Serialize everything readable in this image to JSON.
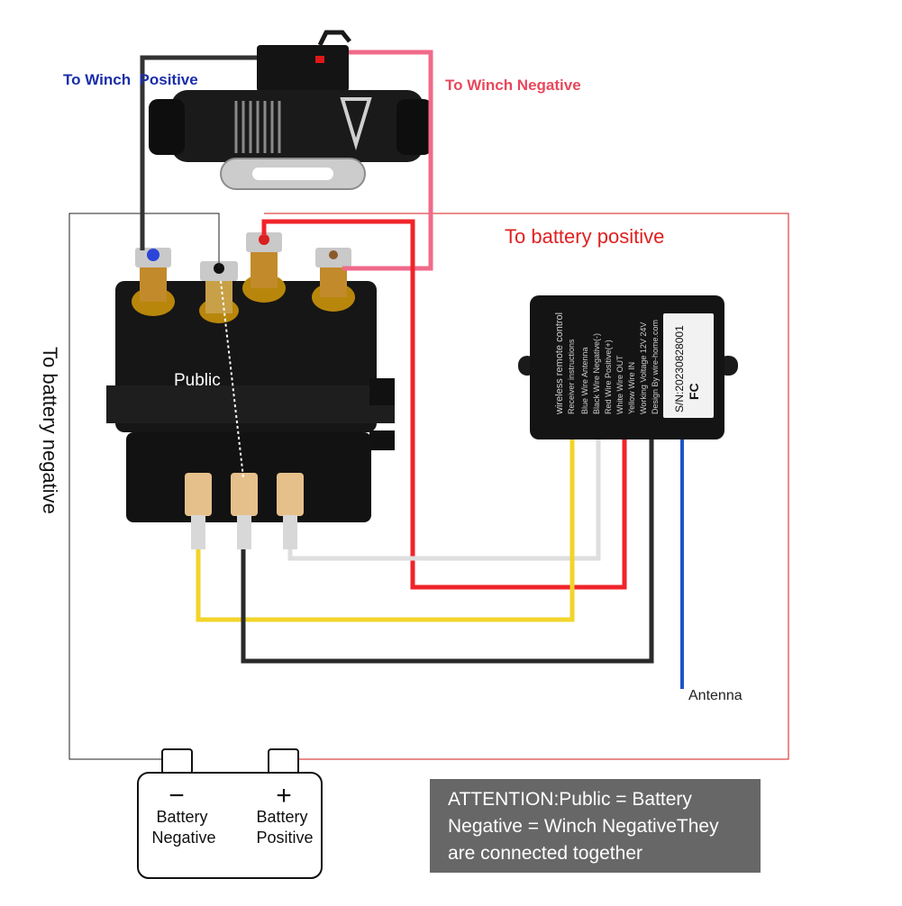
{
  "labels": {
    "winch_positive": "To Winch  Positive",
    "winch_negative": "To Winch Negative",
    "battery_positive": "To battery positive",
    "battery_negative": "To battery negative",
    "public": "Public",
    "antenna": "Antenna"
  },
  "battery": {
    "minus_symbol": "−",
    "plus_symbol": "+",
    "negative_label_line1": "Battery",
    "negative_label_line2": "Negative",
    "positive_label_line1": "Battery",
    "positive_label_line2": "Positive"
  },
  "receiver": {
    "serial": "S/N:20230828001",
    "fc_mark": "FC",
    "header_line1": "wireless remote control",
    "header_line2": "Receiver instructions",
    "lines": [
      "Blue Wire Antenna",
      "Black Wire Negative(-)",
      "Red Wire Positive(+)",
      "White Wire OUT",
      "Yellow Wire IN",
      "Working Voltage 12V 24V",
      "Design By wire-home.com"
    ]
  },
  "attention": "ATTENTION:Public = Battery Negative = Winch NegativeThey are connected together",
  "colors": {
    "label_blue": "#1a2ea8",
    "label_pink": "#e8485c",
    "label_red": "#e02020",
    "wire_red": "#f0242a",
    "wire_pink": "#f06a8a",
    "wire_yellow": "#f2d42a",
    "wire_black": "#2a2a2a",
    "wire_blue": "#1f54c8",
    "note_bg": "#676767"
  }
}
